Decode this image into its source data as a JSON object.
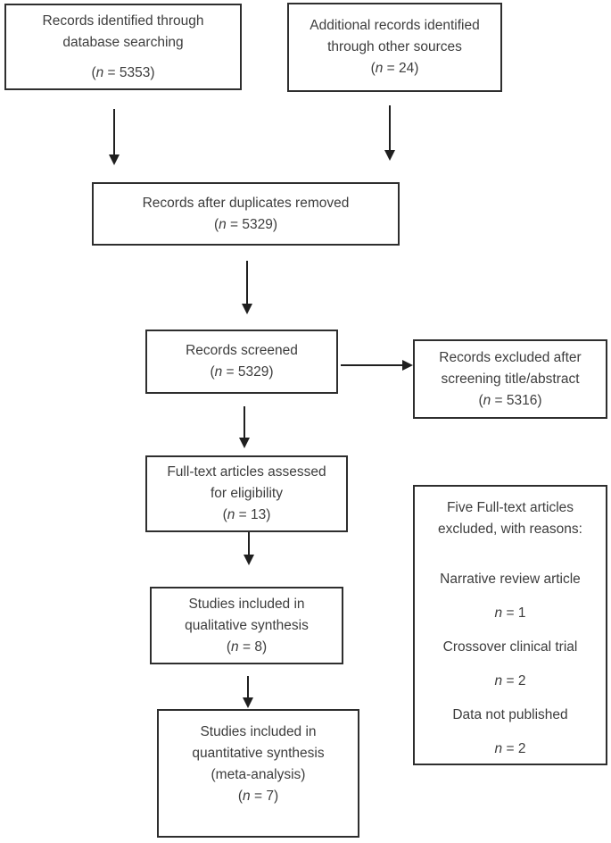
{
  "figure": {
    "type": "prisma-flow-diagram",
    "colors": {
      "border": "#2e2e2e",
      "text": "#3d3d3d",
      "arrow": "#1f1f1f",
      "background": "#ffffff"
    }
  },
  "boxes": {
    "identified": {
      "lines": [
        "Records identified through",
        "database searching"
      ],
      "count": "(n = 5353)"
    },
    "additional": {
      "lines": [
        "Additional records identified",
        "through other sources"
      ],
      "count": "(n = 24)"
    },
    "deduplicated": {
      "lines": [
        "Records after duplicates removed"
      ],
      "count": "(n = 5329)"
    },
    "screened": {
      "lines": [
        "Records screened"
      ],
      "count": "(n = 5329)"
    },
    "excluded_screening": {
      "lines": [
        "Records excluded after",
        "screening title/abstract"
      ],
      "count": "(n = 5316)"
    },
    "fulltext": {
      "lines": [
        "Full-text articles assessed",
        "for eligibility"
      ],
      "count": "(n = 13)"
    },
    "qualitative": {
      "lines": [
        "Studies included in",
        "qualitative synthesis"
      ],
      "count": "(n = 8)"
    },
    "quantitative": {
      "lines": [
        "Studies included in",
        "quantitative synthesis",
        "(meta-analysis)"
      ],
      "count": "(n = 7)"
    },
    "excluded_fulltext": {
      "title_lines": [
        "Five Full-text articles",
        "excluded, with reasons:"
      ],
      "items": [
        {
          "label": "Narrative review article",
          "count": "n = 1"
        },
        {
          "label": "Crossover clinical trial",
          "count": "n = 2"
        },
        {
          "label": "Data not published",
          "count": "n = 2"
        }
      ]
    }
  }
}
